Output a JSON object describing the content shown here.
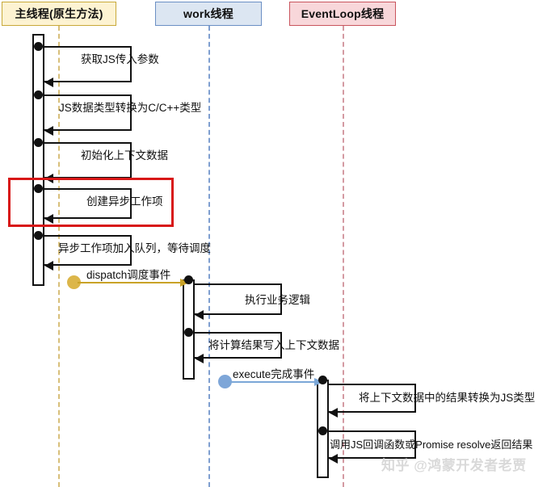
{
  "diagram": {
    "title": "HarmonyOS Native async sequence diagram",
    "colors": {
      "main_thread_fill": "#fdf3d2",
      "main_thread_border": "#c8a93a",
      "work_thread_fill": "#dce6f2",
      "work_thread_border": "#6b8fc4",
      "eventloop_fill": "#f8d7da",
      "eventloop_border": "#c9545d",
      "highlight": "#d81717",
      "dispatch_arrow": "#c9a227",
      "execute_arrow": "#7ba7d7",
      "line": "#111111"
    }
  },
  "lifelines": [
    {
      "id": "main",
      "label": "主线程(原生方法)"
    },
    {
      "id": "work",
      "label": "work线程"
    },
    {
      "id": "loop",
      "label": "EventLoop线程"
    }
  ],
  "messages": [
    {
      "id": "m1",
      "lifeline": "main",
      "type": "self",
      "label": "获取JS传入参数"
    },
    {
      "id": "m2",
      "lifeline": "main",
      "type": "self",
      "label": "JS数据类型转换为C/C++类型"
    },
    {
      "id": "m3",
      "lifeline": "main",
      "type": "self",
      "label": "初始化上下文数据"
    },
    {
      "id": "m4",
      "lifeline": "main",
      "type": "self",
      "label": "创建异步工作项",
      "highlighted": true
    },
    {
      "id": "m5",
      "lifeline": "main",
      "type": "self",
      "label": "异步工作项加入队列，等待调度"
    },
    {
      "id": "m6",
      "from": "main",
      "to": "work",
      "type": "async",
      "label": "dispatch调度事件",
      "color": "#c9a227"
    },
    {
      "id": "m7",
      "lifeline": "work",
      "type": "self",
      "label": "执行业务逻辑"
    },
    {
      "id": "m8",
      "lifeline": "work",
      "type": "self",
      "label": "将计算结果写入上下文数据"
    },
    {
      "id": "m9",
      "from": "work",
      "to": "loop",
      "type": "async",
      "label": "execute完成事件",
      "color": "#7ba7d7"
    },
    {
      "id": "m10",
      "lifeline": "loop",
      "type": "self",
      "label": "将上下文数据中的结果转换为JS类型"
    },
    {
      "id": "m11",
      "lifeline": "loop",
      "type": "self",
      "label": "调用JS回调函数或Promise resolve返回结果"
    }
  ],
  "watermark": "知乎 @鸿蒙开发者老贾"
}
